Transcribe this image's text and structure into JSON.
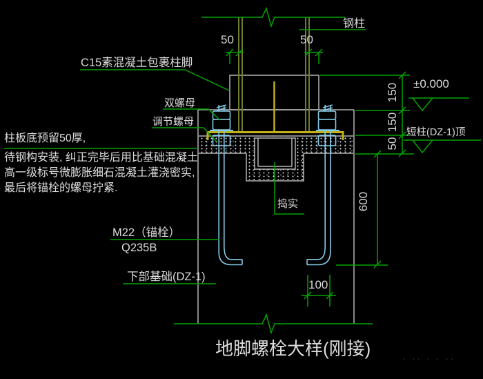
{
  "drawing": {
    "title": "地脚螺栓大样(刚接)",
    "labels": {
      "steel_column": "钢柱",
      "c15_wrap": "C15素混凝土包裹柱脚",
      "double_nut": "双螺母",
      "adjust_nut": "调节螺母",
      "tamp_solid": "捣实",
      "anchor_bolt": "M22（锚栓）",
      "bolt_grade": "Q235B",
      "lower_foundation": "下部基础(DZ-1)",
      "elevation_zero": "±0.000",
      "pier_top": "短柱(DZ-1)顶"
    },
    "note_lines": [
      "柱板底预留50厚,",
      "待钢构安装, 纠正完毕后用比基础混凝土",
      "高一级标号微膨胀细石混凝土灌浇密实,",
      "最后将锚栓的螺母拧紧."
    ],
    "dimensions": {
      "top_left_gap": "50",
      "top_right_gap": "50",
      "right_upper": "150",
      "right_middle": "150",
      "right_grout": "50",
      "embed_depth": "600",
      "hook_length": "100"
    },
    "colors": {
      "background": "#000000",
      "annotation_green": "#00a400",
      "structure_gray": "#b4b4b4",
      "plate_yellow": "#c2b118",
      "bolt_cyan": "#84cbe8",
      "column_olive": "#707c2e",
      "text": "#dcdcdc"
    },
    "watermark": "▪ ▪▪ ▪ ▪ ▪▪"
  }
}
